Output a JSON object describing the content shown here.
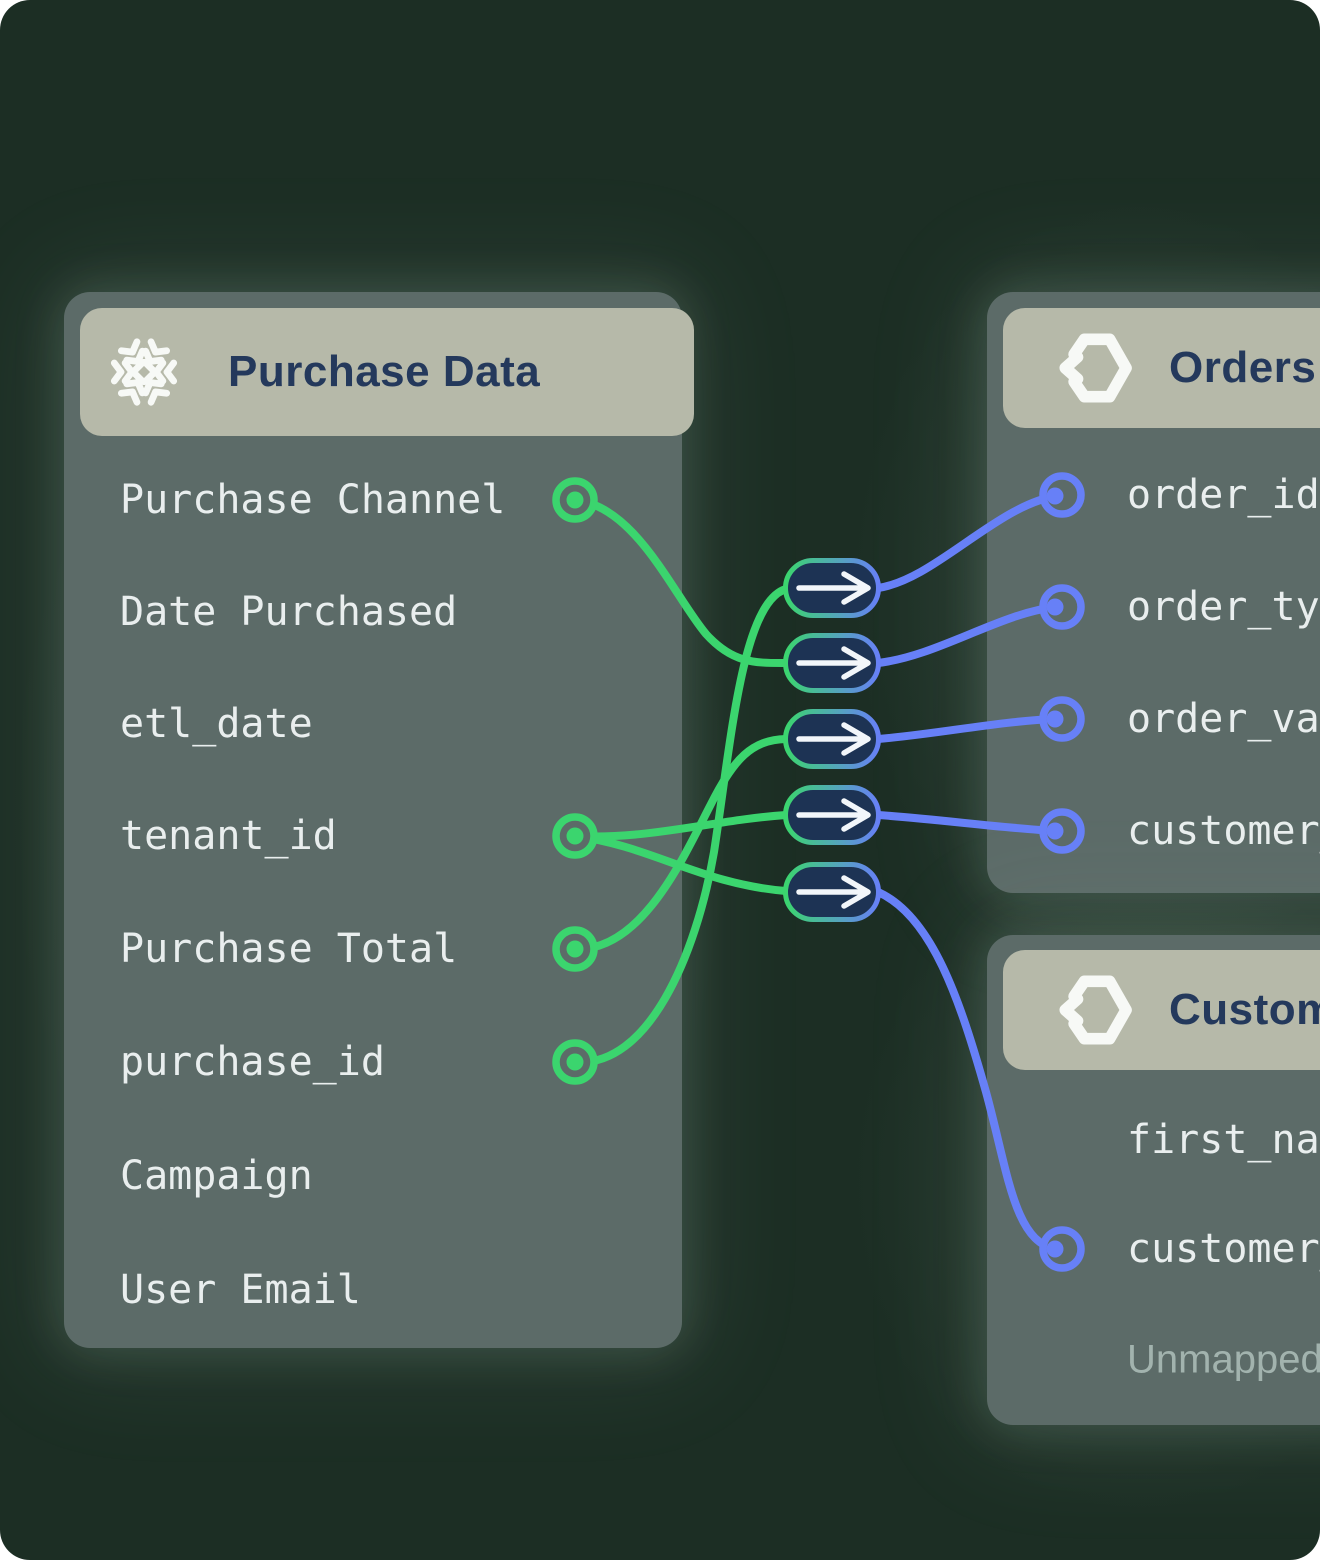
{
  "canvas": {
    "kind": "field-mapping-diagram",
    "colors": {
      "background": "#1c2e24",
      "panel_bg": "#5c6b68",
      "header_bg": "#b6b9a9",
      "title_navy": "#24395c",
      "field_text": "#e9eeee",
      "muted_text": "#a2b3ae",
      "accent_green": "#3bd56e",
      "accent_blue": "#6780f7",
      "pill_fill": "#1d3354",
      "arrow_white": "#f2f6fa"
    }
  },
  "source_panel": {
    "title": "Purchase Data",
    "icon": "snowflake-icon",
    "fields": [
      "Purchase Channel",
      "Date Purchased",
      "etl_date",
      "tenant_id",
      "Purchase Total",
      "purchase_id",
      "Campaign",
      "User Email"
    ]
  },
  "orders_panel": {
    "title": "Orders",
    "icon": "hexagon-code-icon",
    "fields": [
      "order_id",
      "order_type",
      "order_value",
      "customer_id"
    ]
  },
  "customers_panel": {
    "title": "Customers",
    "icon": "hexagon-code-icon",
    "fields": [
      "first_name",
      "customer_id"
    ],
    "unmapped_label": "Unmapped"
  },
  "mappings": [
    {
      "source": "purchase_id",
      "target_panel": "Orders",
      "target": "order_id"
    },
    {
      "source": "Purchase Channel",
      "target_panel": "Orders",
      "target": "order_type"
    },
    {
      "source": "Purchase Total",
      "target_panel": "Orders",
      "target": "order_value"
    },
    {
      "source": "tenant_id",
      "target_panel": "Orders",
      "target": "customer_id"
    },
    {
      "source": "tenant_id",
      "target_panel": "Customers",
      "target": "customer_id"
    }
  ]
}
